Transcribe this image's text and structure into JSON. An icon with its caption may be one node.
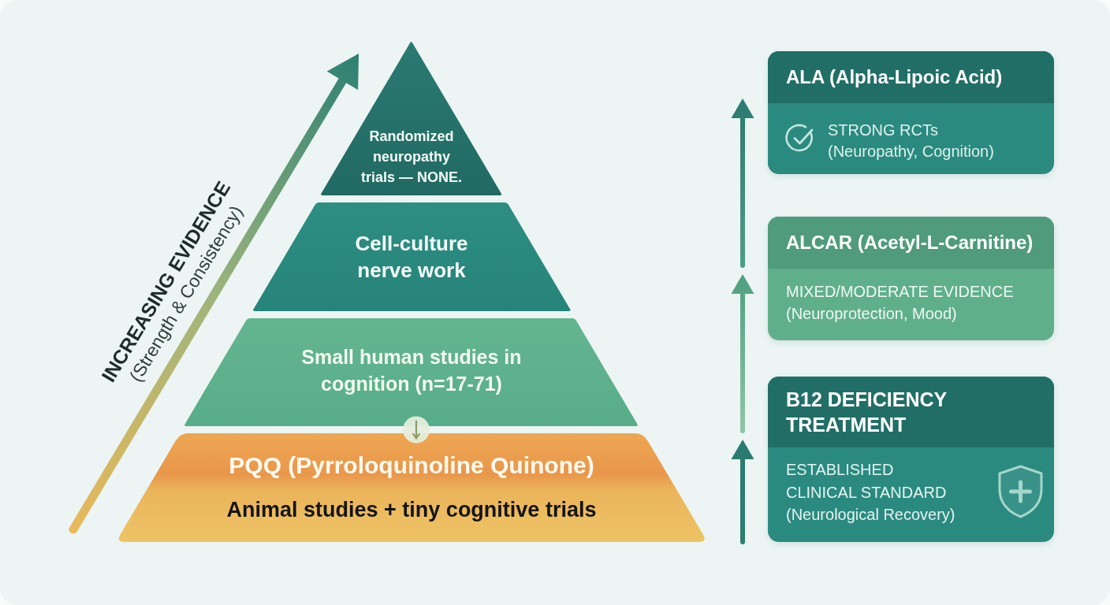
{
  "diagram": {
    "nodes": [
      {
        "text": [
          "Randomized neuropathy trials — NONE."
        ]
      },
      {
        "text": [
          "Cell-culture nerve work"
        ]
      },
      {
        "text": [
          "Small human studies in cognition (n=17-71)"
        ]
      },
      {
        "text": [
          "PQQ (Pyrroloquinoline Quinone)",
          "Animal studies + tiny cognitive trials"
        ]
      },
      {
        "text": [
          "ALA (Alpha-Lipoic Acid)",
          "STRONG RCTs (Neuropathy, Cognition)"
        ]
      },
      {
        "text": [
          "ALCAR (Acetyl-L-Carnitine)",
          "MIXED/MODERATE EVIDENCE (Neuroprotection, Mood)"
        ]
      },
      {
        "text": [
          "B12 DEFICIENCY TREATMENT",
          "ESTABLISHED CLINICAL STANDARD (Neurological Recovery)"
        ]
      }
    ],
    "edges": [
      {
        "from": 2,
        "to": 3,
        "arrow": "to"
      }
    ],
    "labels": [
      "INCREASING EVIDENCE",
      "(Strength & Consistency)"
    ]
  }
}
